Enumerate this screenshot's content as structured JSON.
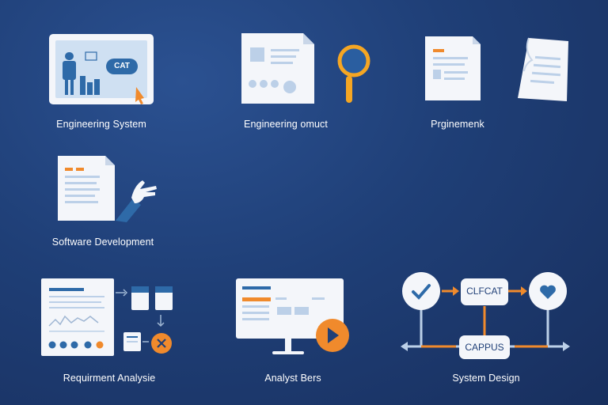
{
  "tiles": [
    {
      "label": "Engineering System",
      "screen_text": "CAT"
    },
    {
      "label": "Engineering omuct"
    },
    {
      "label": "Prginemenk"
    },
    {
      "label": "Software Development"
    },
    {
      "label": "Requirment Analysie"
    },
    {
      "label": "Analyst Bers"
    },
    {
      "label": "System Design",
      "nodes": [
        "CLFCAT",
        "CAPPUS"
      ]
    }
  ],
  "colors": {
    "background": "#1f3f77",
    "accent_orange": "#f08a2c",
    "accent_blue": "#2e6aa8",
    "paper": "#f4f6fa"
  }
}
